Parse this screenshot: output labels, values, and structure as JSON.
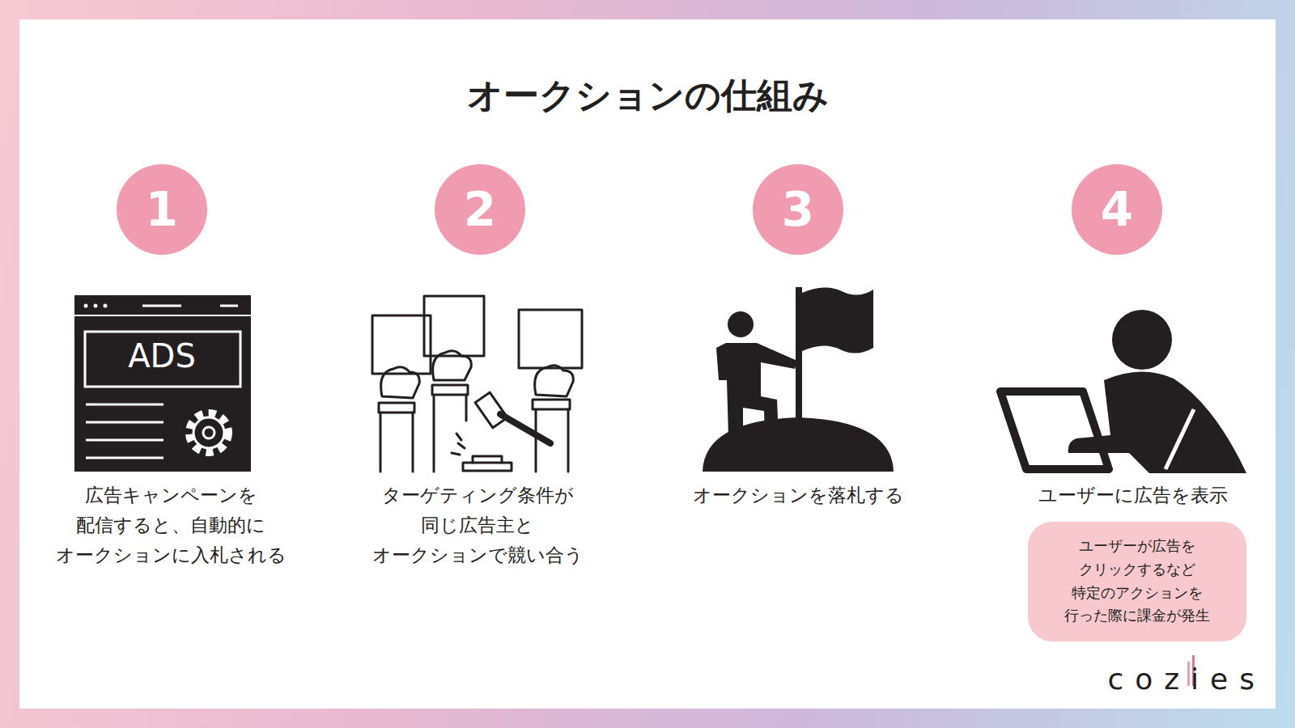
{
  "diagram": {
    "title": "オークションの仕組み",
    "nodes": [
      {
        "text": [
          "1"
        ]
      },
      {
        "text": [
          "2"
        ]
      },
      {
        "text": [
          "3"
        ]
      },
      {
        "text": [
          "4"
        ]
      },
      {
        "text": [
          "ユーザーが広告を クリックするなど 特定のアクションを 行った際に課金が発生"
        ]
      }
    ],
    "labels": [
      "ADS",
      "広告キャンペーンを 配信すると、自動的に オークションに入札される",
      "ターゲティング条件が 同じ広告主と オークションで競い合う",
      "オークションを落札する",
      "ユーザーに広告を表示",
      "cozies"
    ]
  }
}
